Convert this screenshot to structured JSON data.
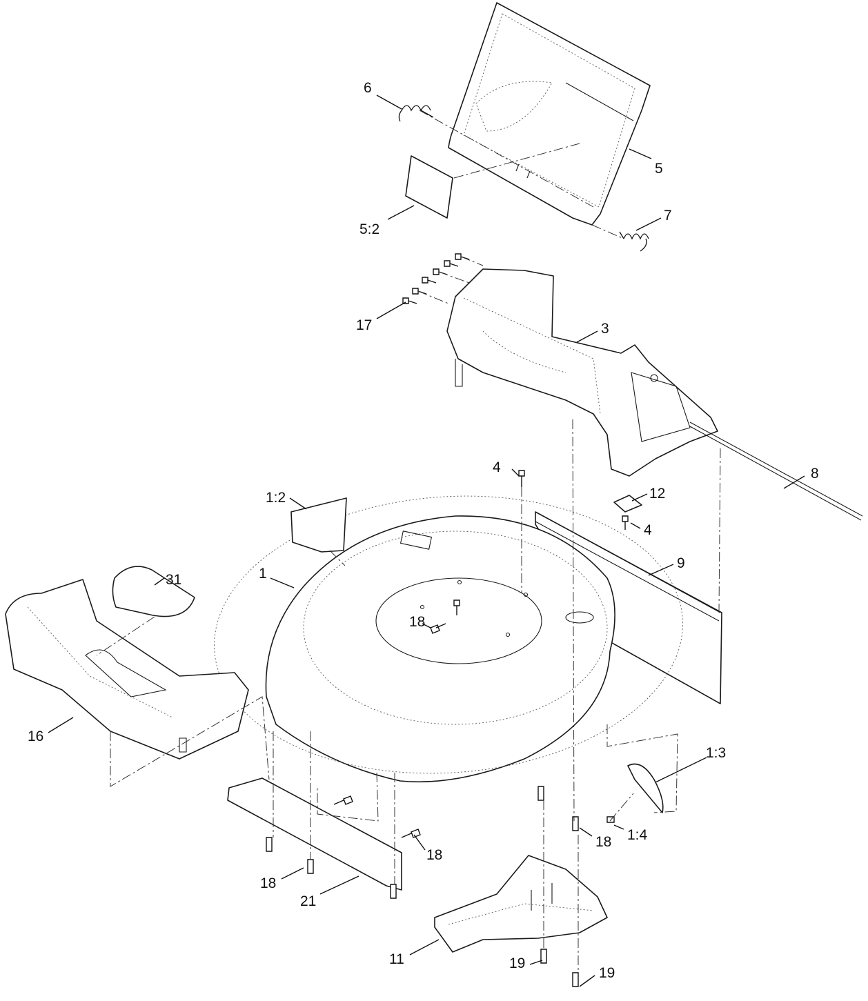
{
  "callouts": [
    {
      "id": "c6",
      "text": "6"
    },
    {
      "id": "c5",
      "text": "5"
    },
    {
      "id": "c52",
      "text": "5:2"
    },
    {
      "id": "c7",
      "text": "7"
    },
    {
      "id": "c17",
      "text": "17"
    },
    {
      "id": "c3",
      "text": "3"
    },
    {
      "id": "c4a",
      "text": "4"
    },
    {
      "id": "c12",
      "text": "12"
    },
    {
      "id": "c8",
      "text": "8"
    },
    {
      "id": "c12b",
      "text": "1:2"
    },
    {
      "id": "c4b",
      "text": "4"
    },
    {
      "id": "c9",
      "text": "9"
    },
    {
      "id": "c1",
      "text": "1"
    },
    {
      "id": "c31",
      "text": "31"
    },
    {
      "id": "c18a",
      "text": "18"
    },
    {
      "id": "c16",
      "text": "16"
    },
    {
      "id": "c13",
      "text": "1:3"
    },
    {
      "id": "c14",
      "text": "1:4"
    },
    {
      "id": "c18b",
      "text": "18"
    },
    {
      "id": "c18c",
      "text": "18"
    },
    {
      "id": "c18d",
      "text": "18"
    },
    {
      "id": "c21",
      "text": "21"
    },
    {
      "id": "c11",
      "text": "11"
    },
    {
      "id": "c19a",
      "text": "19"
    },
    {
      "id": "c19b",
      "text": "19"
    }
  ]
}
